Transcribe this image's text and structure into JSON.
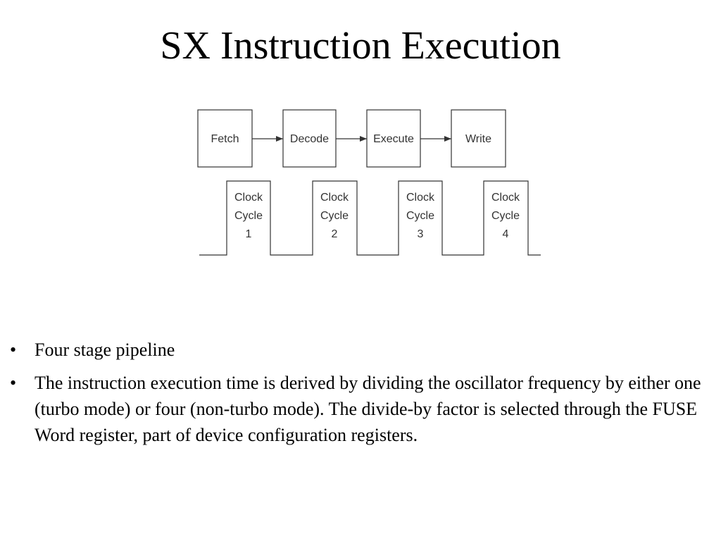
{
  "slide": {
    "title": "SX Instruction Execution"
  },
  "pipeline": {
    "stages": [
      "Fetch",
      "Decode",
      "Execute",
      "Write"
    ]
  },
  "clock": {
    "cycles": [
      {
        "line1": "Clock",
        "line2": "Cycle",
        "number": "1"
      },
      {
        "line1": "Clock",
        "line2": "Cycle",
        "number": "2"
      },
      {
        "line1": "Clock",
        "line2": "Cycle",
        "number": "3"
      },
      {
        "line1": "Clock",
        "line2": "Cycle",
        "number": "4"
      }
    ]
  },
  "bullets": [
    {
      "mark": "•",
      "text": "Four stage pipeline"
    },
    {
      "mark": "•",
      "text": "The instruction execution time is derived by dividing the oscillator frequency by either one (turbo mode) or four (non-turbo mode). The divide-by factor is selected through the FUSE Word register, part of device configuration registers."
    }
  ],
  "colors": {
    "text": "#000000",
    "diagram_stroke": "#333333",
    "background": "#ffffff"
  }
}
